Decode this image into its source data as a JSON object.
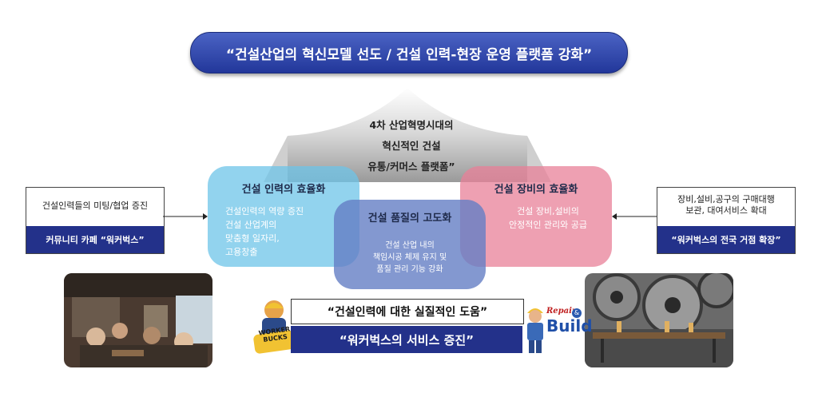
{
  "banner": {
    "text": "“건설산업의 혁신모델 선도 / 건설 인력-현장 운영 플랫폼 강화”"
  },
  "roof": {
    "lines": [
      "4차 산업혁명시대의",
      "혁신적인 건설",
      "유통/커머스 플랫폼”"
    ]
  },
  "circles": {
    "blue": {
      "title": "건설 인력의 효율화",
      "lines": [
        "건설인력의 역량 증진",
        "건설 산업계의",
        "맞춤형 일자리,",
        "고용창출"
      ]
    },
    "mid": {
      "title": "건설 품질의 고도화",
      "lines": [
        "건설 산업 내의",
        "책임시공 체제 유지 및",
        "품질 관리 기능 강화"
      ]
    },
    "pink": {
      "title": "건설 장비의 효율화",
      "lines": [
        "건설 장비,설비의",
        "안정적인 관리와 공급"
      ]
    }
  },
  "left_box": {
    "title": "건설인력들의 미팅/협업 증진",
    "bar": "커뮤니티 카페 “워커벅스”"
  },
  "right_box": {
    "title_lines": [
      "장비,설비,공구의 구매대행",
      "보관, 대여서비스 확대"
    ],
    "bar": "“워커벅스의 전국 거점 확장”"
  },
  "quote": {
    "top": "“건설인력에 대한 실질적인 도움”",
    "bottom": "“워커벅스의 서비스 증진”"
  },
  "logos": {
    "left": [
      "WORKER",
      "BUCKS"
    ],
    "right": [
      "Repair",
      "&",
      "Build"
    ]
  },
  "colors": {
    "navy": "#23318a",
    "blue_circle": "#6ec4e8",
    "pink_circle": "#e88098",
    "mid_circle": "#647ec4"
  }
}
